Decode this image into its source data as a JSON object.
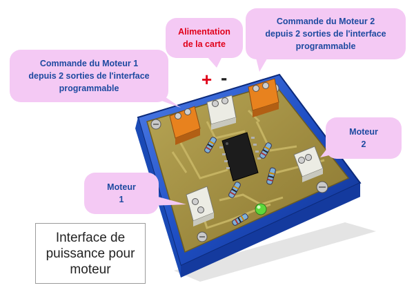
{
  "callouts": {
    "cmd_motor1": {
      "lines": [
        "Commande du Moteur 1",
        "depuis 2 sorties de l'interface",
        "programmable"
      ]
    },
    "alimentation": {
      "lines": [
        "Alimentation",
        "de la carte"
      ]
    },
    "cmd_motor2": {
      "lines": [
        "Commande du Moteur 2",
        "depuis 2 sorties de l'interface",
        "programmable"
      ]
    },
    "motor2": {
      "lines": [
        "Moteur",
        "2"
      ]
    },
    "motor1": {
      "lines": [
        "Moteur",
        "1"
      ]
    }
  },
  "polarity": {
    "plus": "+",
    "minus": "-"
  },
  "title_box": {
    "lines": [
      "Interface de",
      "puissance pour",
      "moteur"
    ]
  },
  "colors": {
    "bubble_fill": "#f4c9f4",
    "callout_text": "#1e4aa0",
    "power_text": "#e0001a",
    "enclosure_blue": "#1846b8",
    "pcb": "#9c8a3e",
    "terminal_orange": "#e8821e",
    "terminal_white": "#ecece4",
    "led_green": "#5dd83b"
  }
}
